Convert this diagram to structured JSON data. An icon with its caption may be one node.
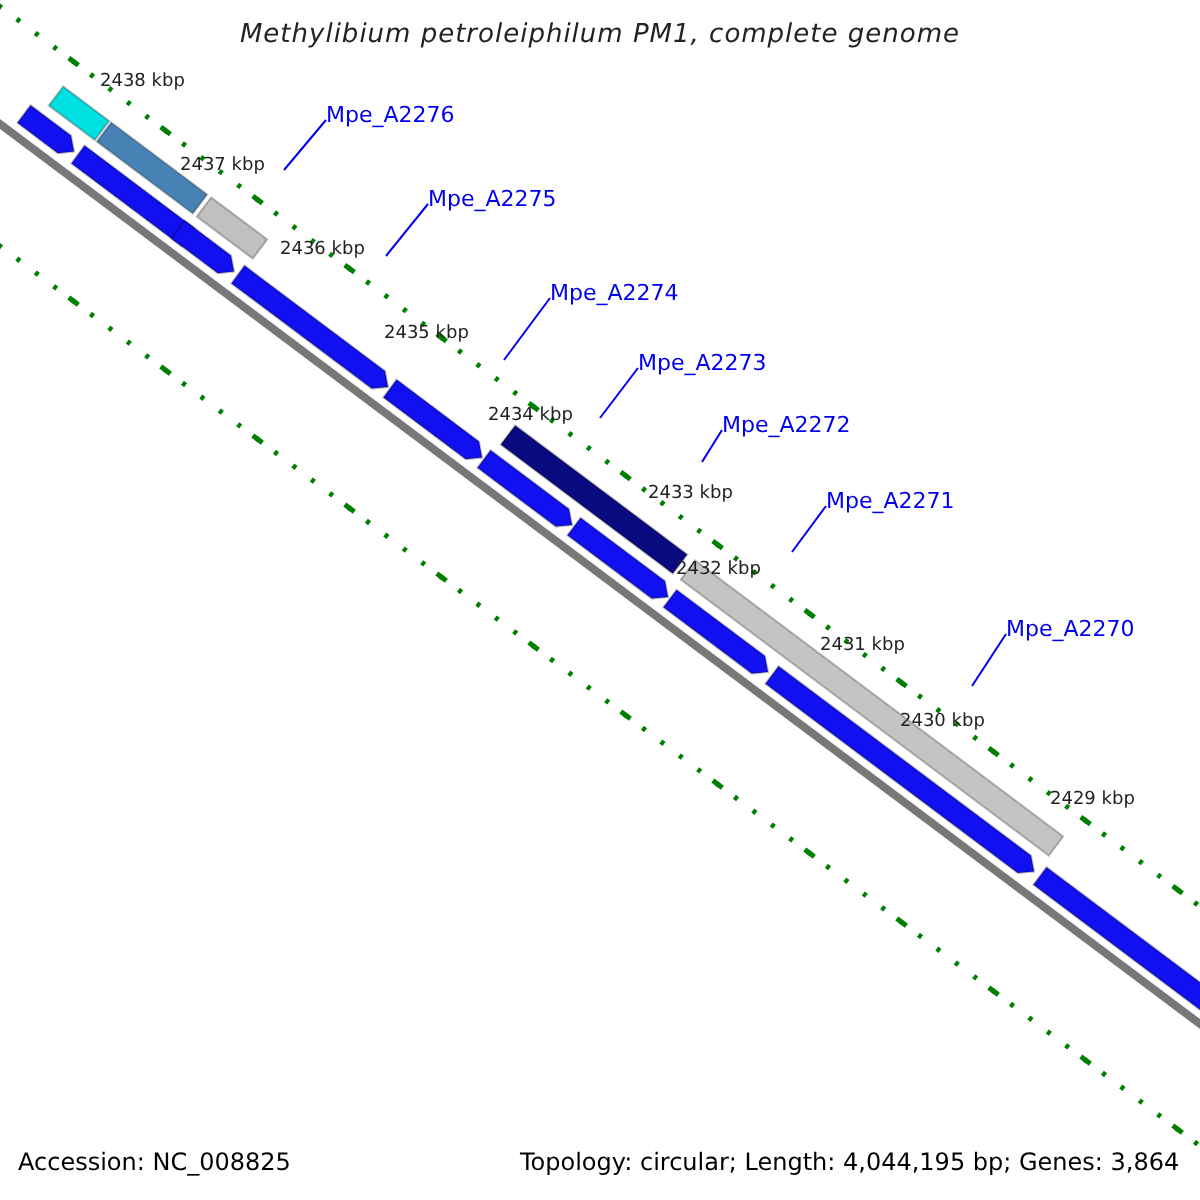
{
  "diagram": {
    "title": "Methylibium petroleiphilum PM1, complete genome",
    "nodes": [
      {
        "text": [
          "Mpe_A2276"
        ]
      },
      {
        "text": [
          "Mpe_A2275"
        ]
      },
      {
        "text": [
          "Mpe_A2274"
        ]
      },
      {
        "text": [
          "Mpe_A2273"
        ]
      },
      {
        "text": [
          "Mpe_A2272"
        ]
      },
      {
        "text": [
          "Mpe_A2271"
        ]
      },
      {
        "text": [
          "Mpe_A2270"
        ]
      }
    ],
    "edges": [
      {
        "from": 0,
        "to": null,
        "arrow": "none"
      },
      {
        "from": 1,
        "to": null,
        "arrow": "none"
      },
      {
        "from": 2,
        "to": null,
        "arrow": "none"
      },
      {
        "from": 3,
        "to": null,
        "arrow": "none"
      },
      {
        "from": 4,
        "to": null,
        "arrow": "none"
      },
      {
        "from": 5,
        "to": null,
        "arrow": "none"
      },
      {
        "from": 6,
        "to": null,
        "arrow": "none"
      }
    ],
    "labels": [
      "2438 kbp",
      "2437 kbp",
      "2436 kbp",
      "2435 kbp",
      "2434 kbp",
      "2433 kbp",
      "2432 kbp",
      "2431 kbp",
      "2430 kbp",
      "2429 kbp",
      "Accession: NC_008825",
      "Topology: circular; Length: 4,044,195 bp; Genes: 3,864"
    ]
  }
}
